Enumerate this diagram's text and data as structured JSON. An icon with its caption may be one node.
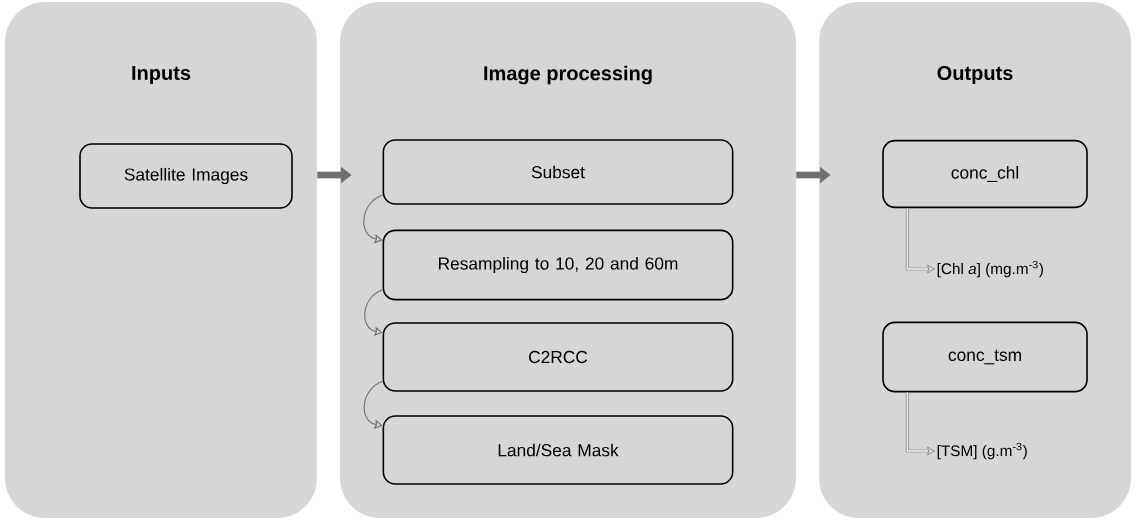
{
  "diagram": {
    "nodes": [
      {
        "text": [
          "Inputs"
        ]
      },
      {
        "text": [
          "Satellite Images"
        ],
        "in": 0
      },
      {
        "text": [
          "Image processing"
        ]
      },
      {
        "text": [
          "Subset"
        ],
        "in": 2
      },
      {
        "text": [
          "Resampling to 10, 20 and 60m"
        ],
        "in": 2
      },
      {
        "text": [
          "C2RCC"
        ],
        "in": 2
      },
      {
        "text": [
          "Land/Sea Mask"
        ],
        "in": 2
      },
      {
        "text": [
          "Outputs"
        ]
      },
      {
        "text": [
          "conc_chl"
        ],
        "in": 7
      },
      {
        "text": [
          "[Chl *a*] (mg.m$^{-3}$)"
        ],
        "in": 7
      },
      {
        "text": [
          "conc_tsm"
        ],
        "in": 7
      },
      {
        "text": [
          "[TSM] (g.m$^{-3}$)"
        ],
        "in": 7
      }
    ],
    "edges": [
      {
        "from": 0,
        "to": 2,
        "arrow": "to",
        "style": "thick",
        "color": "#707070"
      },
      {
        "from": 2,
        "to": 7,
        "arrow": "to",
        "style": "thick",
        "color": "#707070"
      },
      {
        "from": 3,
        "to": 4,
        "arrow": "to"
      },
      {
        "from": 4,
        "to": 5,
        "arrow": "to"
      },
      {
        "from": 5,
        "to": 6,
        "arrow": "to"
      },
      {
        "from": 8,
        "to": 9,
        "arrow": "to"
      },
      {
        "from": 10,
        "to": 11,
        "arrow": "to"
      }
    ]
  }
}
